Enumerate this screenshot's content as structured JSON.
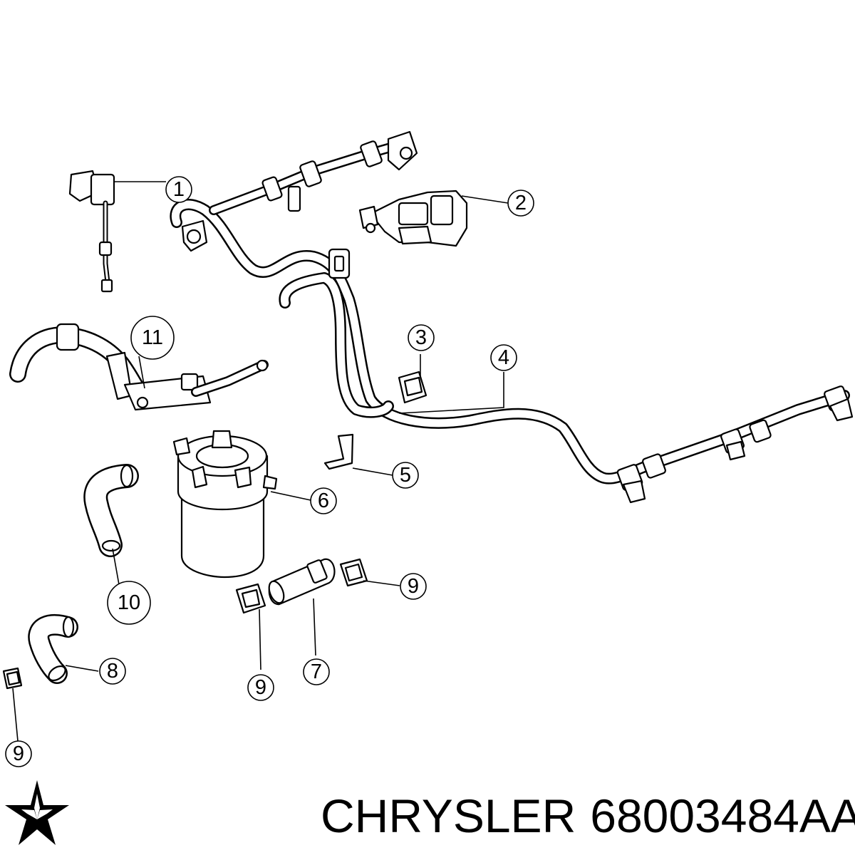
{
  "callouts": {
    "c1": "1",
    "c2": "2",
    "c3": "3",
    "c4": "4",
    "c5": "5",
    "c6": "6",
    "c7": "7",
    "c8": "8",
    "c9a": "9",
    "c9b": "9",
    "c9c": "9",
    "c10": "10",
    "c11": "11"
  },
  "caption": {
    "brand": "CHRYSLER",
    "part_number": "68003484AA"
  },
  "logo": {
    "icon": "pentastar-icon",
    "color": "#000000"
  },
  "colors": {
    "line": "#000000",
    "background": "#ffffff"
  }
}
